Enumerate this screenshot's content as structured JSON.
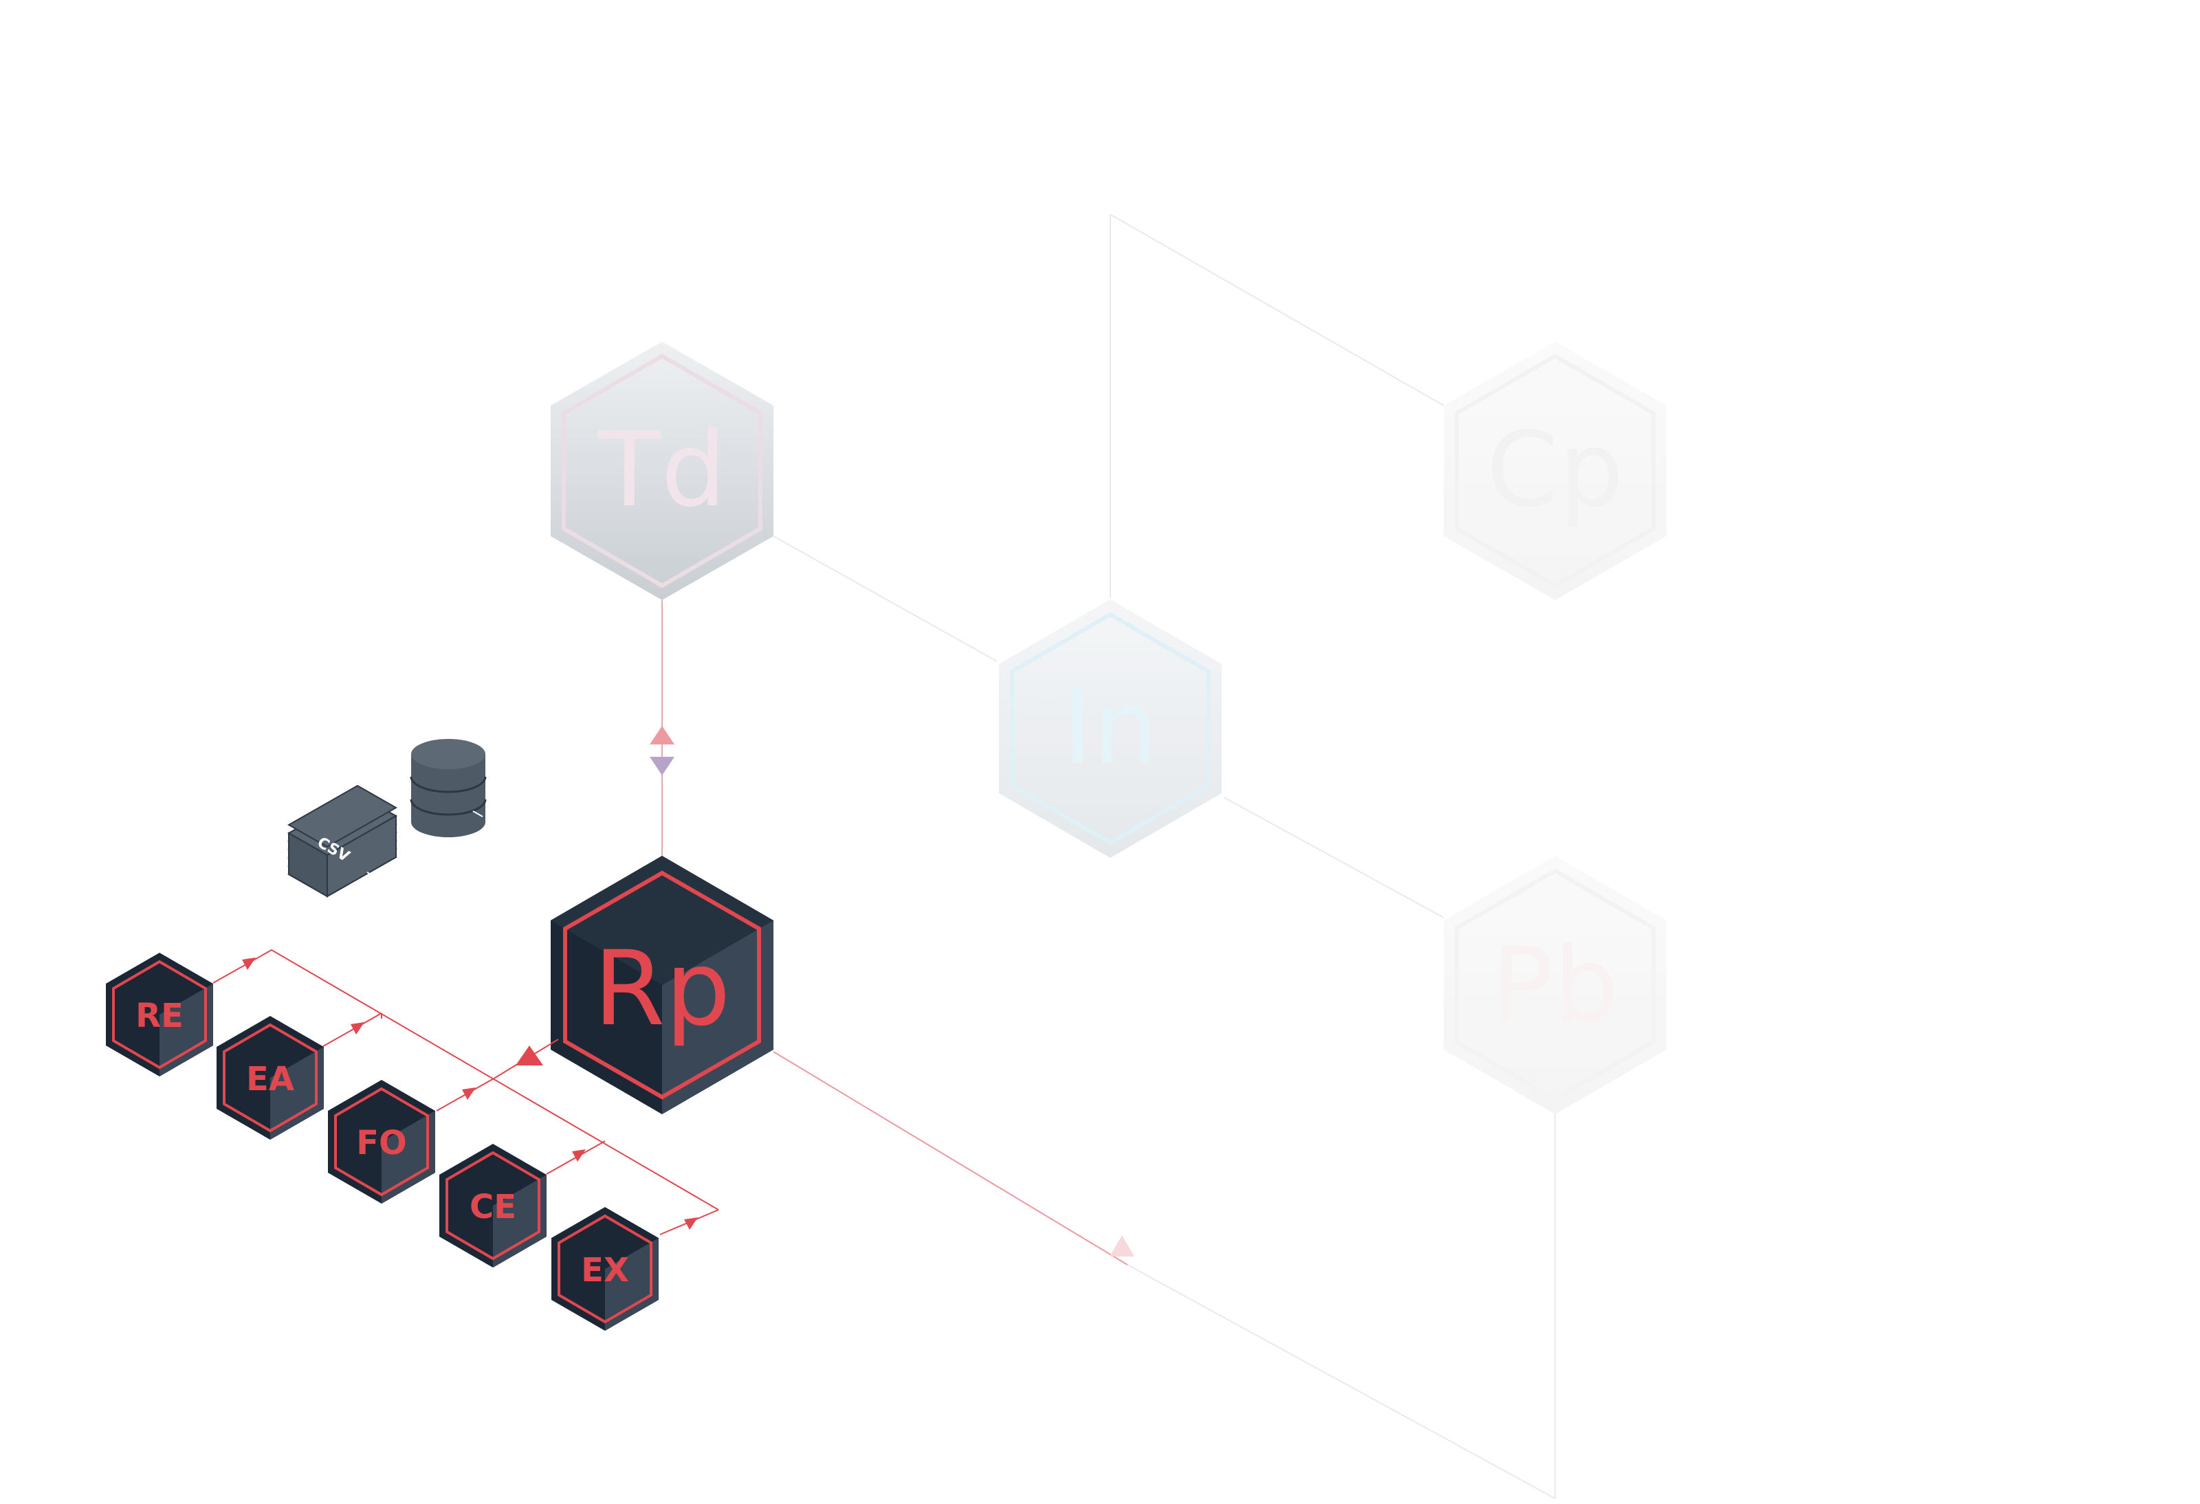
{
  "colors": {
    "accent": "#e0474f",
    "dark_face_left": "#1b2735",
    "dark_face_right": "#3a4757",
    "dark_top": "#24313f",
    "db_fill": "#4e5b67",
    "csv_fill": "#5a6672"
  },
  "main_nodes": {
    "rp": {
      "label": "Rp"
    },
    "td": {
      "label": "Td"
    },
    "in": {
      "label": "In"
    },
    "cp": {
      "label": "Cp"
    },
    "pb": {
      "label": "Pb"
    }
  },
  "modules": [
    {
      "label": "RE"
    },
    {
      "label": "EA"
    },
    {
      "label": "FO"
    },
    {
      "label": "CE"
    },
    {
      "label": "EX"
    }
  ],
  "csv": {
    "label": "CSV"
  },
  "icons": {
    "database": "database-icon",
    "csv": "csv-file-stack-icon"
  }
}
